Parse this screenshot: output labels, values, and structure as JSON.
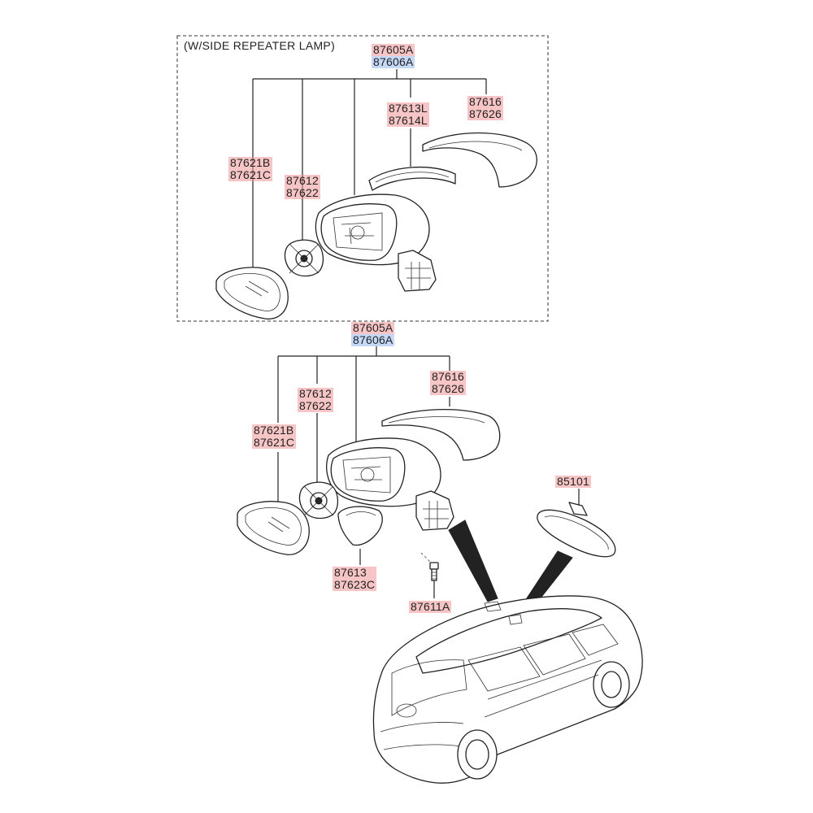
{
  "box_title": "(W/SIDE REPEATER LAMP)",
  "colors": {
    "label_highlight_red": "#f09696",
    "label_highlight_blue": "#96b9f0",
    "line": "#222222"
  },
  "top_group": {
    "assembly": [
      "87605A",
      "87606A"
    ],
    "mirror_glass": [
      "87621B",
      "87621C"
    ],
    "actuator": [
      "87612",
      "87622"
    ],
    "repeater_lamp": [
      "87613L",
      "87614L"
    ],
    "scalp_cover": [
      "87616",
      "87626"
    ]
  },
  "bottom_group": {
    "assembly": [
      "87605A",
      "87606A"
    ],
    "mirror_glass": [
      "87621B",
      "87621C"
    ],
    "actuator": [
      "87612",
      "87622"
    ],
    "scalp_cover": [
      "87616",
      "87626"
    ],
    "cover": [
      "87613",
      "87623C"
    ],
    "bolt": "87611A",
    "inside_mirror": "85101"
  }
}
